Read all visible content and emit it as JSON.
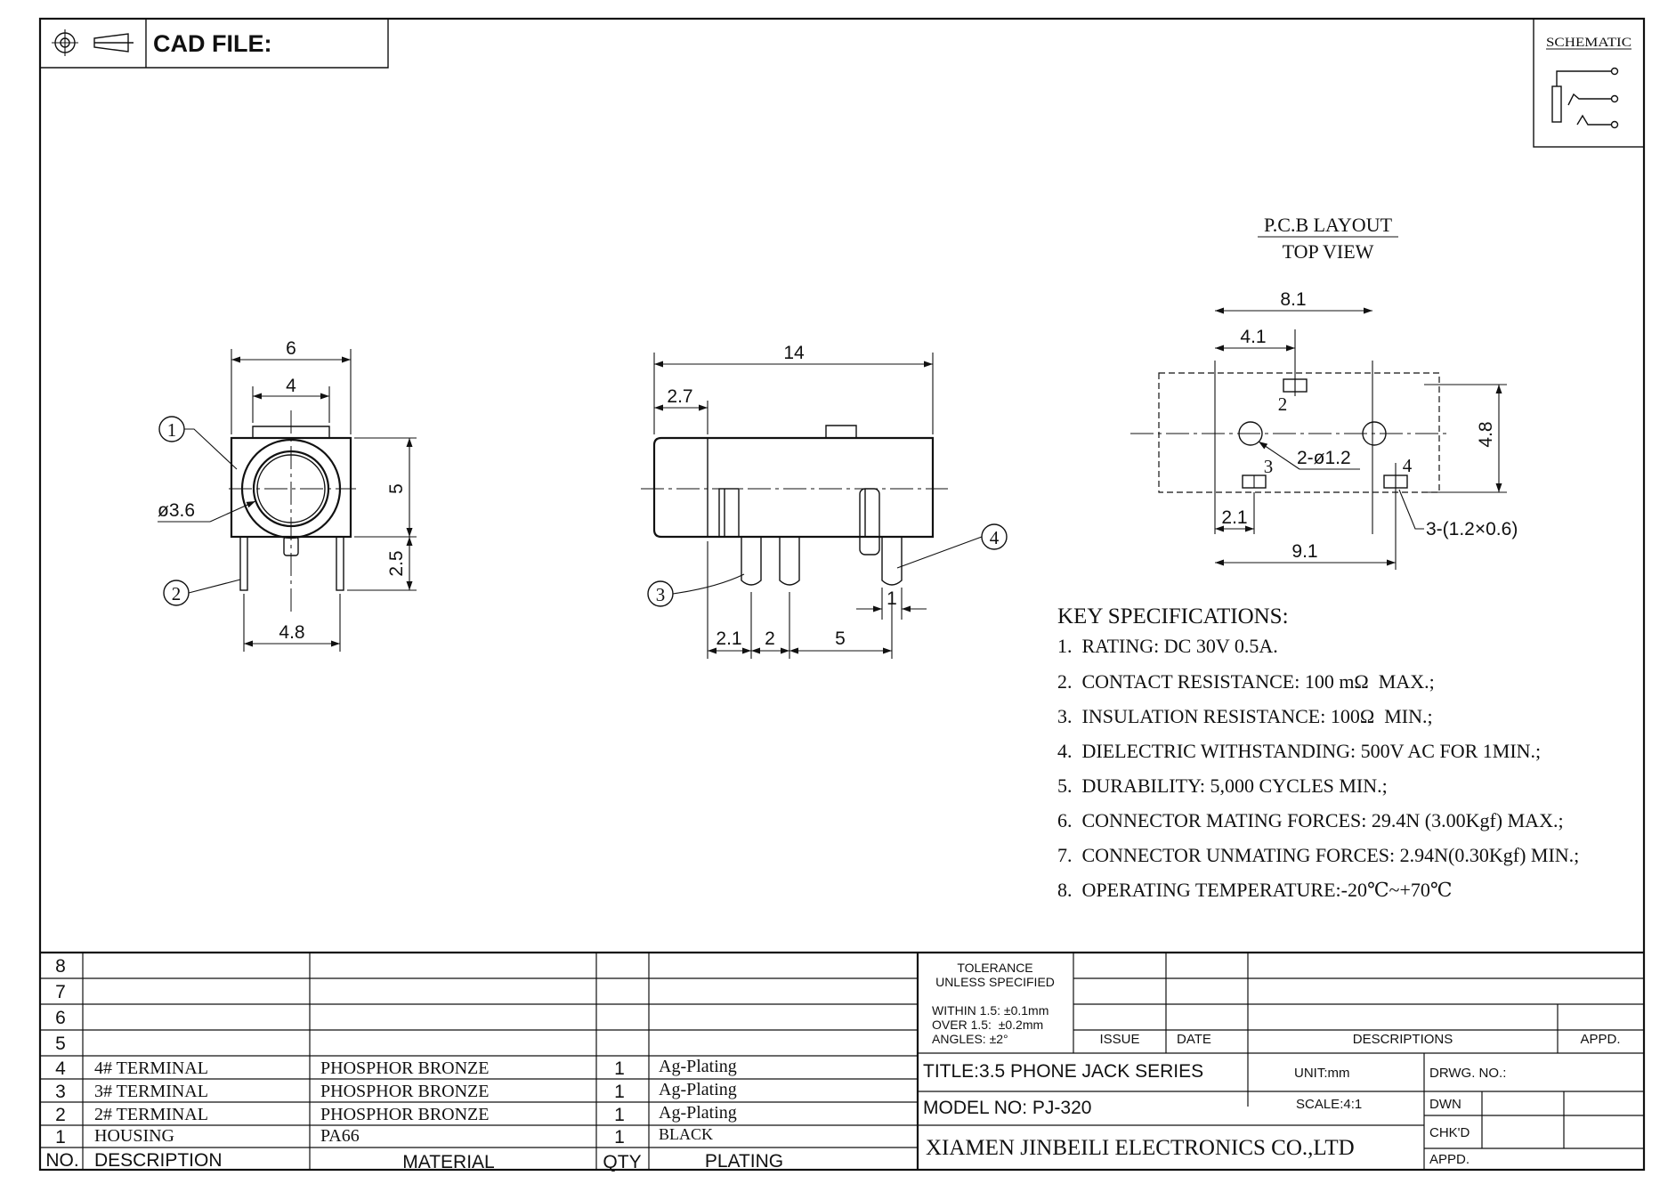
{
  "header": {
    "cad_label": "CAD FILE:",
    "schematic_label": "SCHEMATIC"
  },
  "pcb": {
    "title": "P.C.B LAYOUT",
    "subtitle": "TOP VIEW"
  },
  "dims": {
    "front_width": "6",
    "front_inner": "4",
    "front_height": "5",
    "front_pin_len": "2.5",
    "front_pin_span": "4.8",
    "front_hole": "ø3.6",
    "side_length": "14",
    "side_offset": "2.7",
    "side_p1": "2.1",
    "side_p2": "2",
    "side_p3": "5",
    "side_pin_w": "1",
    "pcb_w1": "8.1",
    "pcb_w2": "4.1",
    "pcb_h": "4.8",
    "pcb_b1": "2.1",
    "pcb_b2": "9.1",
    "pcb_hole": "2-ø1.2",
    "pcb_pad": "3-(1.2×0.6)",
    "pad_2": "2",
    "pad_3": "3",
    "pad_4": "4"
  },
  "callouts": [
    "1",
    "2",
    "3",
    "4"
  ],
  "specs": {
    "title": "KEY SPECIFICATIONS:",
    "items": [
      "1.  RATING: DC 30V 0.5A.",
      "2.  CONTACT RESISTANCE: 100 mΩ  MAX.;",
      "3.  INSULATION RESISTANCE: 100Ω  MIN.;",
      "4.  DIELECTRIC WITHSTANDING: 500V AC FOR 1MIN.;",
      "5.  DURABILITY: 5,000 CYCLES MIN.;",
      "6.  CONNECTOR MATING FORCES: 29.4N (3.00Kgf) MAX.;",
      "7.  CONNECTOR UNMATING FORCES: 2.94N(0.30Kgf) MIN.;",
      "8.  OPERATING TEMPERATURE:-20℃~+70℃"
    ]
  },
  "bom": {
    "headers": {
      "no": "NO.",
      "description": "DESCRIPTION",
      "material": "MATERIAL",
      "qty": "QTY",
      "plating": "PLATING"
    },
    "row_numbers": [
      "8",
      "7",
      "6",
      "5"
    ],
    "rows": [
      {
        "no": "4",
        "description": "4# TERMINAL",
        "material": "PHOSPHOR BRONZE",
        "qty": "1",
        "plating": "Ag-Plating"
      },
      {
        "no": "3",
        "description": "3# TERMINAL",
        "material": "PHOSPHOR BRONZE",
        "qty": "1",
        "plating": "Ag-Plating"
      },
      {
        "no": "2",
        "description": "2# TERMINAL",
        "material": "PHOSPHOR BRONZE",
        "qty": "1",
        "plating": "Ag-Plating"
      },
      {
        "no": "1",
        "description": "HOUSING",
        "material": "PA66",
        "qty": "1",
        "plating": "BLACK"
      }
    ]
  },
  "titleblock": {
    "tolerance_line1": "TOLERANCE",
    "tolerance_line2": "UNLESS SPECIFIED",
    "within": "WITHIN 1.5: ±0.1mm",
    "over": "OVER 1.5:  ±0.2mm",
    "angles": "ANGLES: ±2°",
    "issue": "ISSUE",
    "date": "DATE",
    "descriptions": "DESCRIPTIONS",
    "appd": "APPD.",
    "title": "TITLE:3.5 PHONE JACK SERIES",
    "unit": "UNIT:mm",
    "drwg_no": "DRWG. NO.:",
    "model": "MODEL NO: PJ-320",
    "scale": "SCALE:4:1",
    "dwn": "DWN",
    "chkd": "CHK'D",
    "appd2": "APPD.",
    "company": "XIAMEN JINBEILI ELECTRONICS CO.,LTD"
  }
}
